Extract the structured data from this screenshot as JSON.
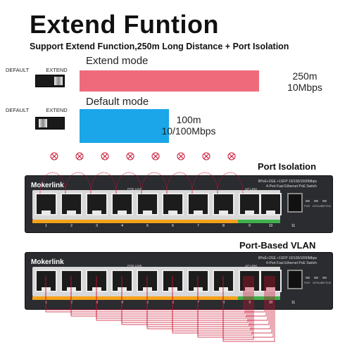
{
  "header": {
    "title": "Extend Funtion",
    "subtitle": "Support Extend Function,250m Long Distance + Port Isolation"
  },
  "extend_mode": {
    "switch_label_left": "DEFAULT",
    "switch_label_right": "EXTEND",
    "label": "Extend mode",
    "spec_distance": "250m",
    "spec_speed": "10Mbps",
    "bar_color": "#ef6b7c"
  },
  "default_mode": {
    "switch_label_left": "DEFAULT",
    "switch_label_right": "EXTEND",
    "label": "Default mode",
    "spec_distance": "100m",
    "spec_speed": "10/100Mbps",
    "bar_color": "#1aa6e8"
  },
  "port_isolation": {
    "label": "Port Isolation"
  },
  "vlan": {
    "label": "Port-Based VLAN"
  },
  "switch_device": {
    "brand": "Mokerlink",
    "spec_line1": "8PoE+2GE +1SFP 10/100/1000Mbps",
    "spec_line2": "4-Port Fast Ethernet PoE Switch",
    "poe_link": "POE LINK",
    "uplink": "UP LINK",
    "ports": [
      "1",
      "2",
      "3",
      "4",
      "5",
      "6",
      "7",
      "8"
    ],
    "uplink_ports": [
      "9",
      "10"
    ],
    "sfp_port": "11",
    "led_labels": [
      "PWR",
      "DEFAULT",
      "EXTEND"
    ]
  },
  "colors": {
    "chassis": "#2a2c30",
    "poe_accent": "#f4a21a",
    "uplink_accent": "#3eb24a",
    "link_line": "#c8102e"
  }
}
